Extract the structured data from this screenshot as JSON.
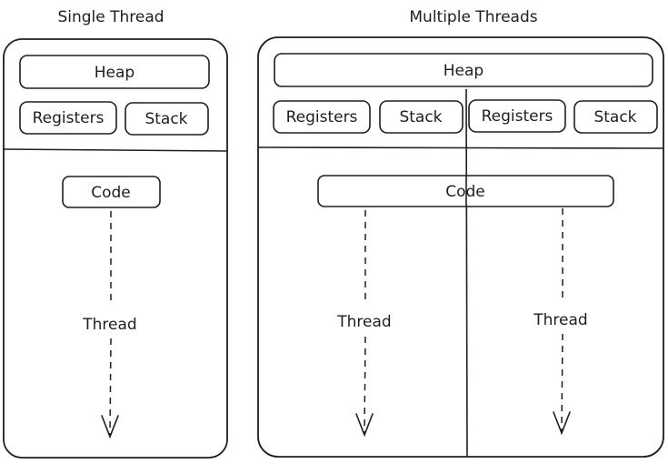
{
  "single": {
    "title": "Single Thread",
    "heap": "Heap",
    "registers": "Registers",
    "stack": "Stack",
    "code": "Code",
    "thread": "Thread"
  },
  "multi": {
    "title": "Multiple Threads",
    "heap": "Heap",
    "registers_1": "Registers",
    "stack_1": "Stack",
    "registers_2": "Registers",
    "stack_2": "Stack",
    "code": "Code",
    "thread_1": "Thread",
    "thread_2": "Thread"
  }
}
